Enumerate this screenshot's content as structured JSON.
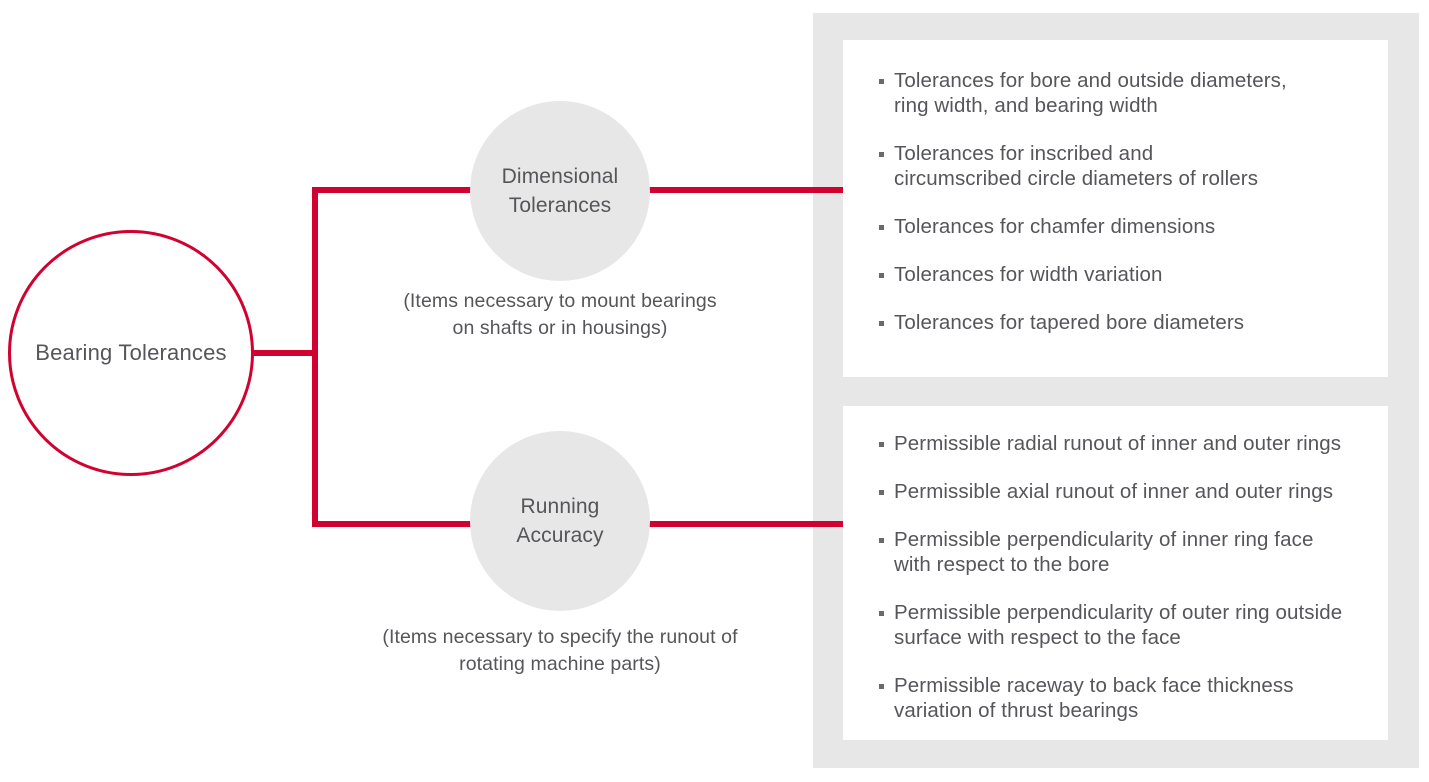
{
  "diagram": {
    "title": "Bearing Tolerances",
    "colors": {
      "accent_red": "#d1022f",
      "panel_grey": "#e7e7e7",
      "text_grey": "#56565a",
      "card_white": "#ffffff"
    },
    "root": {
      "label": "Bearing Tolerances"
    },
    "branches": [
      {
        "id": "dimensional-tolerances",
        "label": "Dimensional\nTolerances",
        "caption": "(Items necessary to mount bearings\non shafts or in housings)",
        "items": [
          "Tolerances for bore and outside diameters,\nring width, and bearing width",
          "Tolerances for inscribed and\ncircumscribed circle diameters of rollers",
          "Tolerances for chamfer dimensions",
          "Tolerances for width variation",
          "Tolerances for tapered bore diameters"
        ]
      },
      {
        "id": "running-accuracy",
        "label": "Running\nAccuracy",
        "caption": "(Items necessary to specify the runout of\nrotating machine parts)",
        "items": [
          "Permissible radial runout of inner and outer rings",
          "Permissible axial runout of inner and outer rings",
          "Permissible perpendicularity of inner ring face\nwith respect to the bore",
          "Permissible perpendicularity of outer ring outside\nsurface with respect to the face",
          "Permissible raceway to back face thickness\nvariation of thrust bearings"
        ]
      }
    ]
  }
}
